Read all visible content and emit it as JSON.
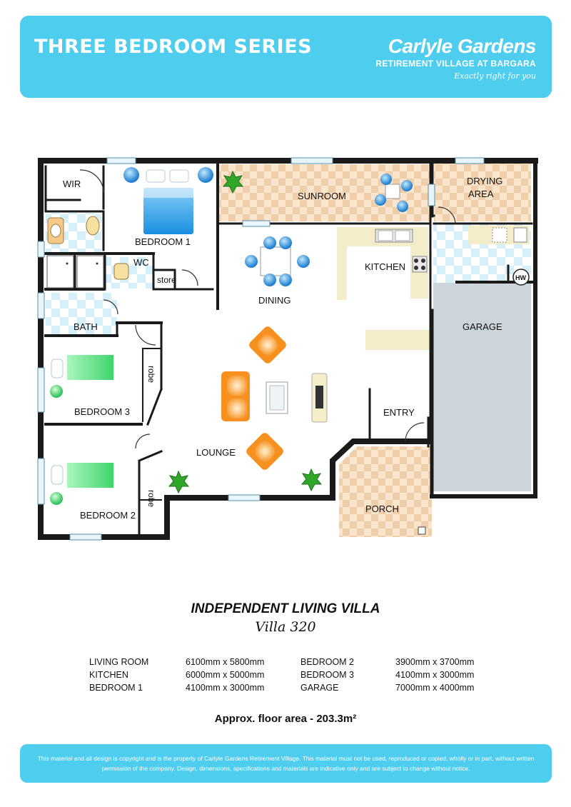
{
  "header": {
    "series_title": "THREE BEDROOM SERIES",
    "brand_name": "Carlyle Gardens",
    "brand_subtitle": "RETIREMENT VILLAGE AT BARGARA",
    "brand_tagline": "Exactly right for you"
  },
  "floorplan": {
    "rooms": {
      "wir": "WIR",
      "bedroom1": "BEDROOM 1",
      "sunroom": "SUNROOM",
      "drying_area_line1": "DRYING",
      "drying_area_line2": "AREA",
      "wc": "WC",
      "store": "store",
      "kitchen": "KITCHEN",
      "dining": "DINING",
      "bath": "BATH",
      "garage": "GARAGE",
      "robe_upper": "robe",
      "bedroom3": "BEDROOM 3",
      "lounge": "LOUNGE",
      "entry": "ENTRY",
      "robe_lower": "robe",
      "bedroom2": "BEDROOM 2",
      "porch": "PORCH",
      "hw": "HW"
    }
  },
  "villa": {
    "type": "INDEPENDENT LIVING VILLA",
    "name": "Villa 320"
  },
  "dimensions": {
    "left": [
      {
        "room": "LIVING ROOM",
        "size": "6100mm x 5800mm"
      },
      {
        "room": "KITCHEN",
        "size": "6000mm x 5000mm"
      },
      {
        "room": "BEDROOM 1",
        "size": "4100mm x 3000mm"
      }
    ],
    "right": [
      {
        "room": "BEDROOM 2",
        "size": "3900mm x 3700mm"
      },
      {
        "room": "BEDROOM 3",
        "size": "4100mm x 3000mm"
      },
      {
        "room": "GARAGE",
        "size": "7000mm x 4000mm"
      }
    ]
  },
  "floor_area": "Approx. floor area - 203.3m²",
  "footer_text": "This material and all design is copyright and is the property of Carlyle Gardens Retirement Village. This material must not be used, reproduced or copied, wholly or in part, without written permission of the company. Design, dimensions, specifications and materials are indicative only and are subject to change without notice.",
  "colors": {
    "banner": "#4fcdee",
    "wall": "#1a1a1a",
    "tile_checker": "#f0d2ae",
    "wet_area_tile": "#d8f1fa",
    "garage_floor": "#cfd6dd",
    "bench": "#f4efc9",
    "bed_blue": "#2e9fe0",
    "bed_green": "#52e07e",
    "sofa_orange": "#f7901e",
    "plant_green": "#2fa82a"
  }
}
